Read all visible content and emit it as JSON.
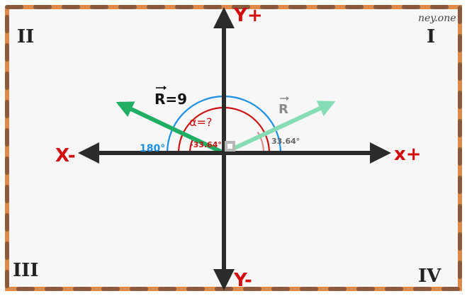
{
  "watermark": "ney.one",
  "quadrants": {
    "q1": "I",
    "q2": "II",
    "q3": "III",
    "q4": "IV"
  },
  "axes": {
    "y_pos": "Y+",
    "y_neg": "Y-",
    "x_pos": "x+",
    "x_neg": "X-"
  },
  "vectors": {
    "resultant_label": "R=9",
    "reference_label": "R"
  },
  "angles": {
    "alpha_label": "α=?",
    "straight_label": "180°",
    "neg_angle_label": "-33.64°",
    "pos_angle_label": "33.64°",
    "right_angle_marker": "right-angle-square"
  },
  "colors": {
    "border_brown": "#8b5a3c",
    "border_orange": "#e08a4a",
    "background": "#f7f7f7",
    "axis": "#2b2b2b",
    "axis_label": "#d10d0d",
    "resultant_vector": "#1fae63",
    "reference_vector": "#86dcb4",
    "arc_blue": "#1e8fe0",
    "arc_red": "#c81414",
    "arc_pink": "#e08a90",
    "ref_label_gray": "#8a8a8a"
  }
}
